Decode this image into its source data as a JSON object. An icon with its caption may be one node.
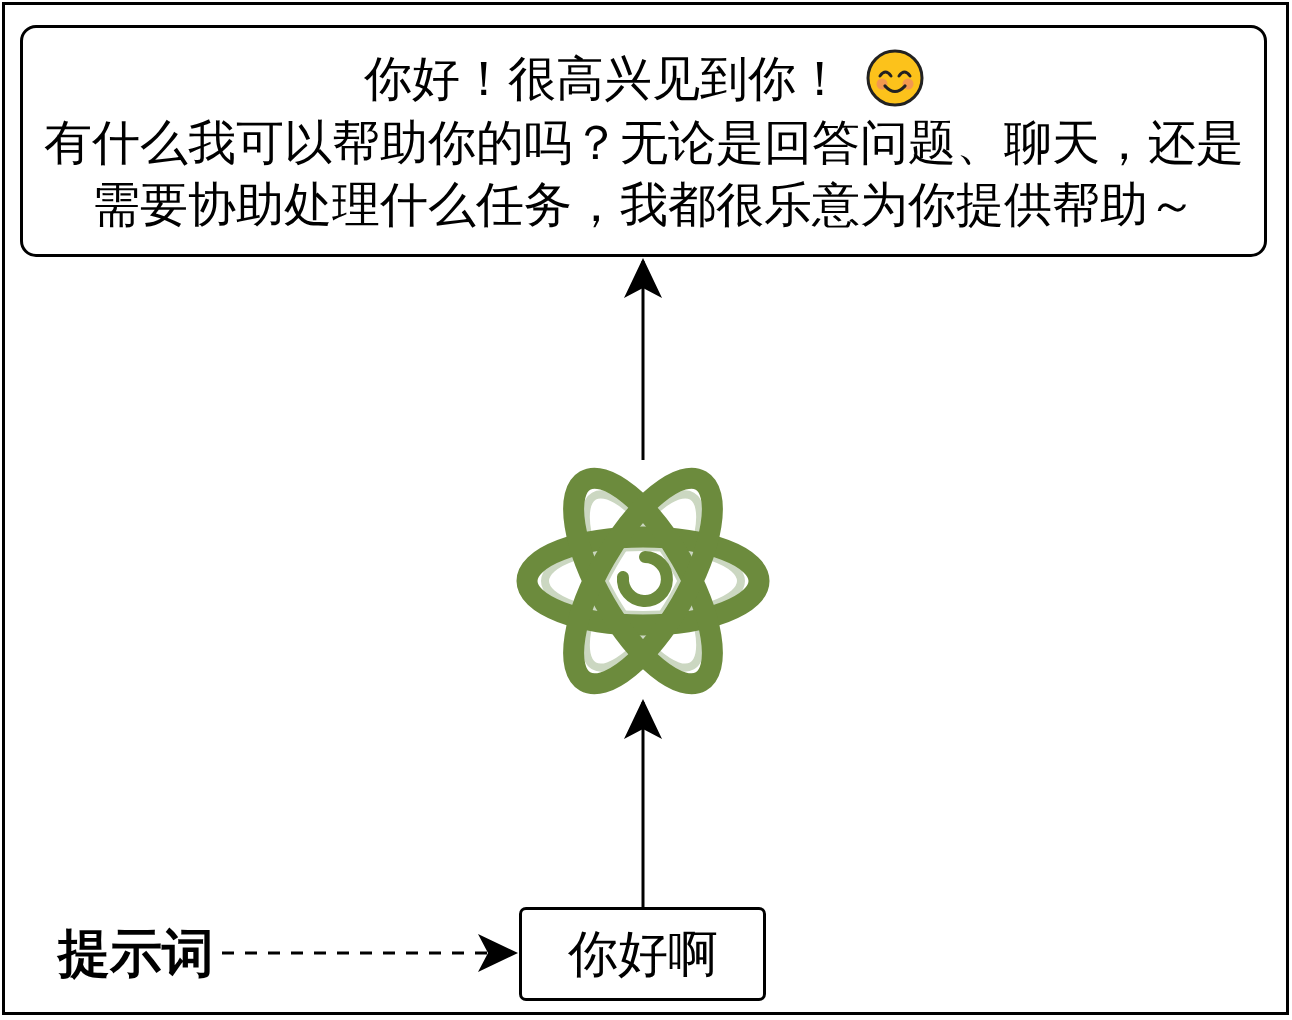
{
  "diagram": {
    "nodes": [
      {
        "text": [
          "你好！很高兴见到你！",
          "有什么我可以帮助你的吗？无论是回答问题、聊天，还是需要协助处理什么任务，我都很乐意为你提供帮助～"
        ]
      },
      {
        "text": [],
        "shape": "picture"
      },
      {
        "text": [
          "提示词"
        ]
      },
      {
        "text": [
          "你好啊"
        ]
      }
    ],
    "edges": [
      {
        "from": 2,
        "to": 3,
        "arrow": "to",
        "style": "dashed"
      },
      {
        "from": 3,
        "to": 1,
        "arrow": "to"
      },
      {
        "from": 1,
        "to": 0,
        "arrow": "to"
      }
    ]
  }
}
